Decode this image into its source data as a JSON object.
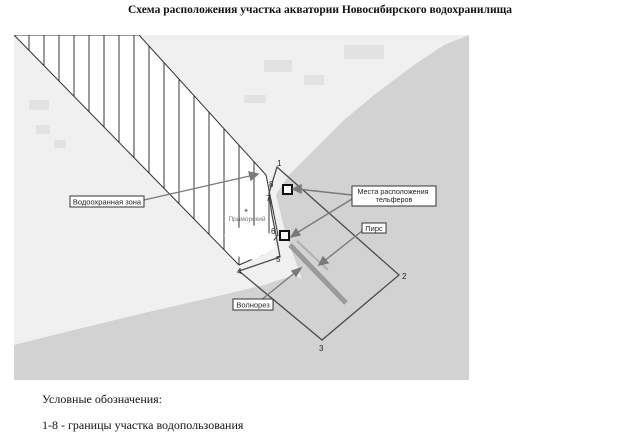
{
  "title": "Схема расположения участка акватории Новосибирского водохранилища",
  "map": {
    "labels": {
      "water_protection_zone": "Водоохранная зона",
      "telpher_locations": "Места расположения\nтельферов",
      "pier": "Пирс",
      "breakwater": "Волнорез",
      "settlement": "Приморский"
    },
    "boundary_points": [
      "1",
      "2",
      "3",
      "4",
      "5",
      "6",
      "7",
      "8"
    ]
  },
  "legend": {
    "title": "Условные обозначения:",
    "items": [
      "1-8 - границы участка водопользования"
    ]
  },
  "colors": {
    "water": "#d0d0d0",
    "land": "#f2f2f2",
    "boundary": "#4a4a4a",
    "arrow": "#7a7a7a"
  }
}
